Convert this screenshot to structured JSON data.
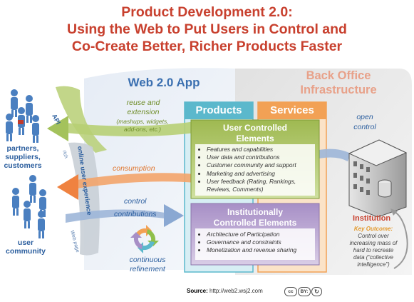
{
  "title": {
    "line1": "Product Development 2.0:",
    "line2": "Using the Web to Put Users in Control and",
    "line3": "Co-Create Better, Richer Products Faster"
  },
  "zones": {
    "web20": "Web 2.0 App",
    "backoffice_line1": "Back Office",
    "backoffice_line2": "Infrastructure"
  },
  "columns": {
    "products": "Products",
    "services": "Services"
  },
  "user_controlled": {
    "title_line1": "User Controlled",
    "title_line2": "Elements",
    "items": [
      "Features and capabilities",
      "User data and contributions",
      "Customer community and support",
      "Marketing and advertising",
      "User feedback (Rating, Rankings,",
      "Reviews, Comments)"
    ]
  },
  "institutional": {
    "title_line1": "Institutionally",
    "title_line2": "Controlled Elements",
    "items": [
      "Architecture of Participation",
      "Governance and constraints",
      "Monetization and revenue sharing"
    ]
  },
  "flows": {
    "reuse_line1": "reuse and",
    "reuse_line2": "extension",
    "reuse_sub_line1": "(mashups, widgets,",
    "reuse_sub_line2": "add-ons, etc.)",
    "consumption": "consumption",
    "control": "control",
    "contributions": "contributions",
    "continuous_line1": "continuous",
    "continuous_line2": "refinement",
    "open_control_line1": "open",
    "open_control_line2": "control"
  },
  "bands": {
    "api": "API",
    "online_ux": "online user experience",
    "rich": "rich",
    "web_page": "Web page"
  },
  "actors": {
    "partners_line1": "partners,",
    "partners_line2": "suppliers,",
    "partners_line3": "customers",
    "community_line1": "user",
    "community_line2": "community",
    "institution": "Institution"
  },
  "key_outcome": {
    "label": "Key Outcome",
    "line1": "Control over",
    "line2": "increasing mass of",
    "line3": "hard to recreate",
    "line4": "data (“collective",
    "line5": "intelligence”)"
  },
  "source": {
    "label": "Source",
    "url": "http://web2.wsj2.com"
  },
  "license_badges": {
    "cc": "cc",
    "by": "BY:",
    "sa": "↻"
  },
  "colors": {
    "title": "#c8402e",
    "blue": "#3a6fb0",
    "products_teal": "#5bb8cc",
    "services_orange": "#f2a155",
    "user_green": "#8faa3f",
    "inst_purple": "#9d85bc",
    "consumption_orange": "#ef8240",
    "api_green": "#b7cf74"
  }
}
